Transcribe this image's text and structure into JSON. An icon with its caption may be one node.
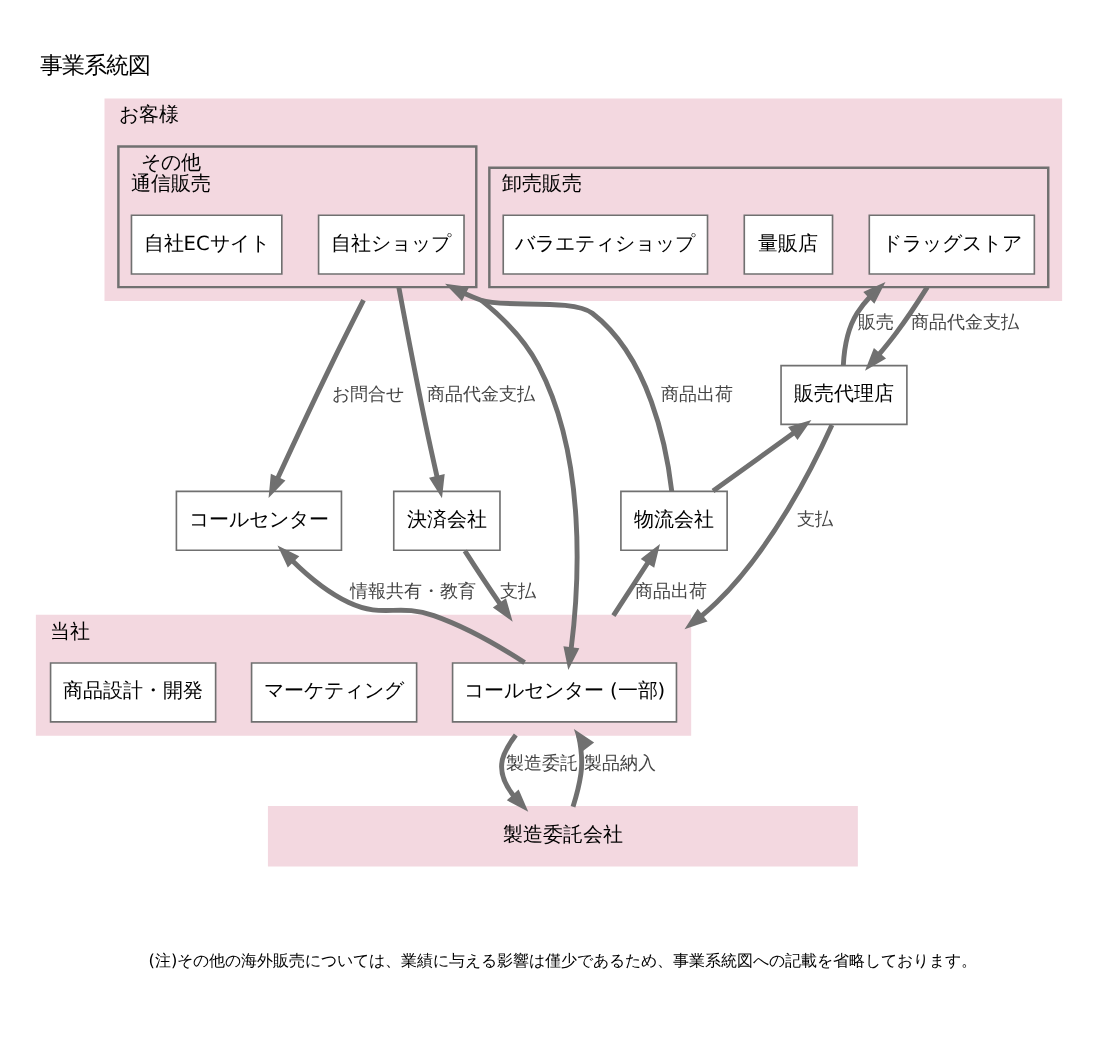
{
  "diagram": {
    "title": "事業系統図",
    "nodes": [
      {
        "text": [
          "お客様"
        ]
      },
      {
        "text": [
          "その他",
          "通信販売"
        ],
        "in": 0
      },
      {
        "text": [
          "自社ショップ"
        ],
        "in": 1
      },
      {
        "text": [
          "自社ECサイト"
        ],
        "in": 1
      },
      {
        "text": [
          "卸売販売"
        ],
        "in": 0
      },
      {
        "text": [
          "ドラッグストア"
        ],
        "in": 4
      },
      {
        "text": [
          "量販店"
        ],
        "in": 4
      },
      {
        "text": [
          "バラエティショップ"
        ],
        "in": 4
      },
      {
        "text": [
          "コールセンター"
        ]
      },
      {
        "text": [
          "決済会社"
        ]
      },
      {
        "text": [
          "販売代理店"
        ]
      },
      {
        "text": [
          "物流会社"
        ]
      },
      {
        "text": [
          "当社"
        ]
      },
      {
        "text": [
          "コールセンター (一部)"
        ],
        "in": 12
      },
      {
        "text": [
          "マーケティング"
        ],
        "in": 12
      },
      {
        "text": [
          "商品設計・開発"
        ],
        "in": 12
      },
      {
        "text": [
          "製造委託会社"
        ]
      }
    ],
    "edges": [
      {
        "from": 0,
        "to": 8,
        "arrow": "to",
        "label": "お問合せ"
      },
      {
        "from": 0,
        "to": 13,
        "arrow": "to"
      },
      {
        "from": 13,
        "to": 8,
        "arrow": "to",
        "label": "情報共有・教育"
      },
      {
        "from": 1,
        "to": 9,
        "arrow": "to",
        "label": "商品代金支払"
      },
      {
        "from": 9,
        "to": 12,
        "arrow": "to",
        "label": "支払"
      },
      {
        "from": 11,
        "to": 1,
        "arrow": "to",
        "label": "商品出荷"
      },
      {
        "from": 11,
        "to": 10,
        "arrow": "to"
      },
      {
        "from": 10,
        "to": 4,
        "arrow": "to",
        "label": "販売"
      },
      {
        "from": 4,
        "to": 10,
        "arrow": "to",
        "label": "商品代金支払"
      },
      {
        "from": 10,
        "to": 12,
        "arrow": "to",
        "label": "支払"
      },
      {
        "from": 12,
        "to": 11,
        "arrow": "to",
        "label": "商品出荷"
      },
      {
        "from": 12,
        "to": 16,
        "arrow": "to",
        "label": "製造委託"
      },
      {
        "from": 16,
        "to": 12,
        "arrow": "to",
        "label": "製品納入"
      }
    ],
    "labels": [
      "(注)その他の海外販売については、業績に与える影響は僅少であるため、事業系統図への記載を省略しております。"
    ]
  }
}
